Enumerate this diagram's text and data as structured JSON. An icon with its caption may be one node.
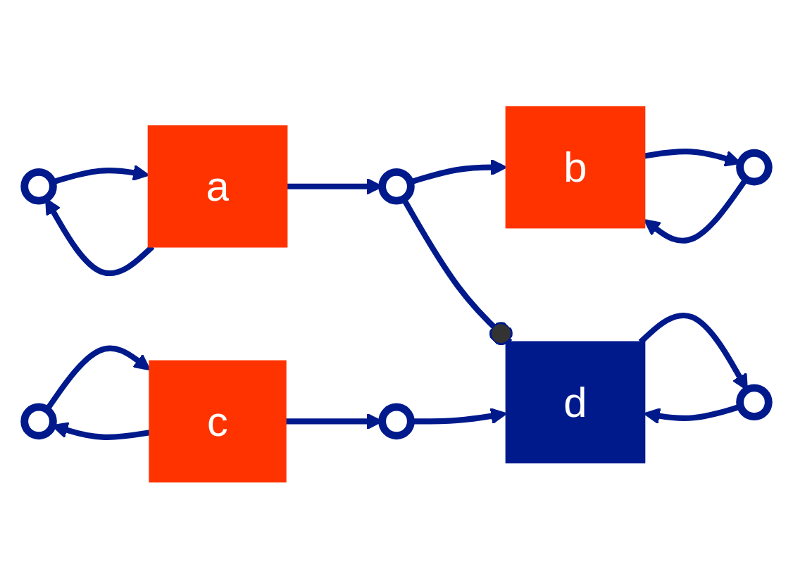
{
  "diagram": {
    "nodes": [
      {
        "text": [],
        "shape": "circle"
      },
      {
        "text": [
          "a"
        ]
      },
      {
        "text": [],
        "shape": "circle"
      },
      {
        "text": [
          "b"
        ]
      },
      {
        "text": [],
        "shape": "circle"
      },
      {
        "text": [],
        "shape": "circle"
      },
      {
        "text": [
          "c"
        ]
      },
      {
        "text": [],
        "shape": "circle"
      },
      {
        "text": [
          "d"
        ]
      },
      {
        "text": [],
        "shape": "circle"
      }
    ],
    "edges": [
      {
        "from": 0,
        "to": 1,
        "arrow": "to"
      },
      {
        "from": 1,
        "to": 0,
        "arrow": "to"
      },
      {
        "from": 1,
        "to": 2,
        "arrow": "to"
      },
      {
        "from": 2,
        "to": 3,
        "arrow": "to"
      },
      {
        "from": 3,
        "to": 4,
        "arrow": "to"
      },
      {
        "from": 4,
        "to": 3,
        "arrow": "to"
      },
      {
        "from": 5,
        "to": 6,
        "arrow": "to"
      },
      {
        "from": 6,
        "to": 5,
        "arrow": "to"
      },
      {
        "from": 6,
        "to": 7,
        "arrow": "to"
      },
      {
        "from": 7,
        "to": 8,
        "arrow": "to"
      },
      {
        "from": 2,
        "to": 8,
        "arrow": "other"
      },
      {
        "from": 9,
        "to": 8,
        "arrow": "to"
      },
      {
        "from": 8,
        "to": 9,
        "arrow": "to"
      }
    ]
  }
}
